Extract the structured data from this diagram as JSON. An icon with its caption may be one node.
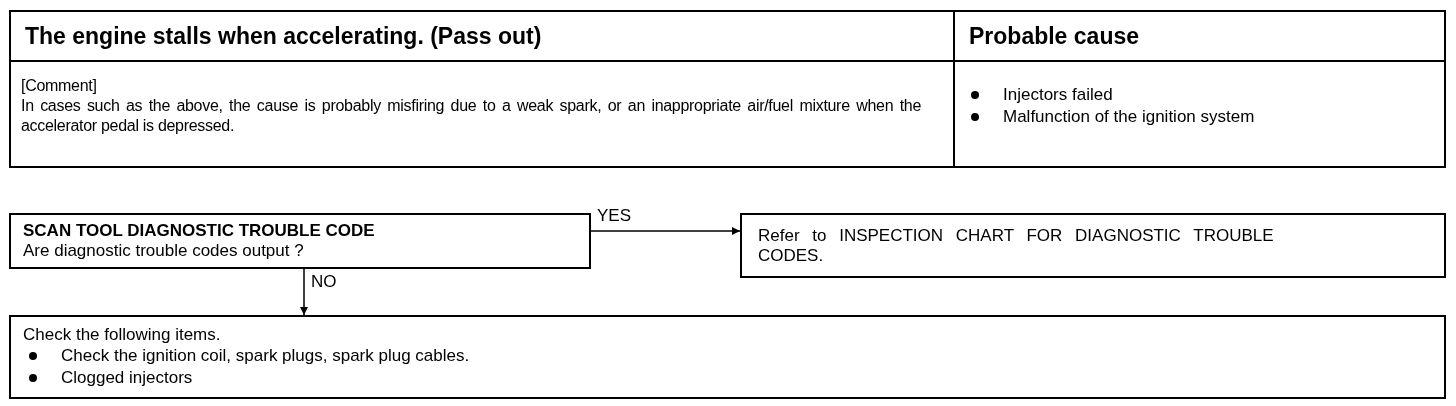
{
  "diagram": {
    "title": "The engine stalls when accelerating. (Pass out)",
    "nodes": [
      {
        "text": [
          "SCAN TOOL DIAGNOSTIC TROUBLE CODE",
          "Are diagnostic trouble codes output ?"
        ]
      },
      {
        "text": [
          "Refer to INSPECTION CHART FOR DIAGNOSTIC TROUBLE CODES."
        ]
      },
      {
        "text": [
          "Check the following items.",
          "Check the ignition coil, spark plugs, spark plug cables.",
          "Clogged injectors"
        ]
      }
    ],
    "edges": [
      {
        "from": 0,
        "to": 1,
        "arrow": "to",
        "label": "YES"
      },
      {
        "from": 0,
        "to": 2,
        "arrow": "to",
        "label": "NO"
      }
    ],
    "labels": [
      "Probable cause",
      "[Comment]",
      "In cases such as the above, the cause is probably misfiring due to a weak spark, or an inappropriate air/fuel mixture when the accelerator pedal is depressed.",
      "Injectors failed",
      "Malfunction of the ignition system"
    ]
  }
}
